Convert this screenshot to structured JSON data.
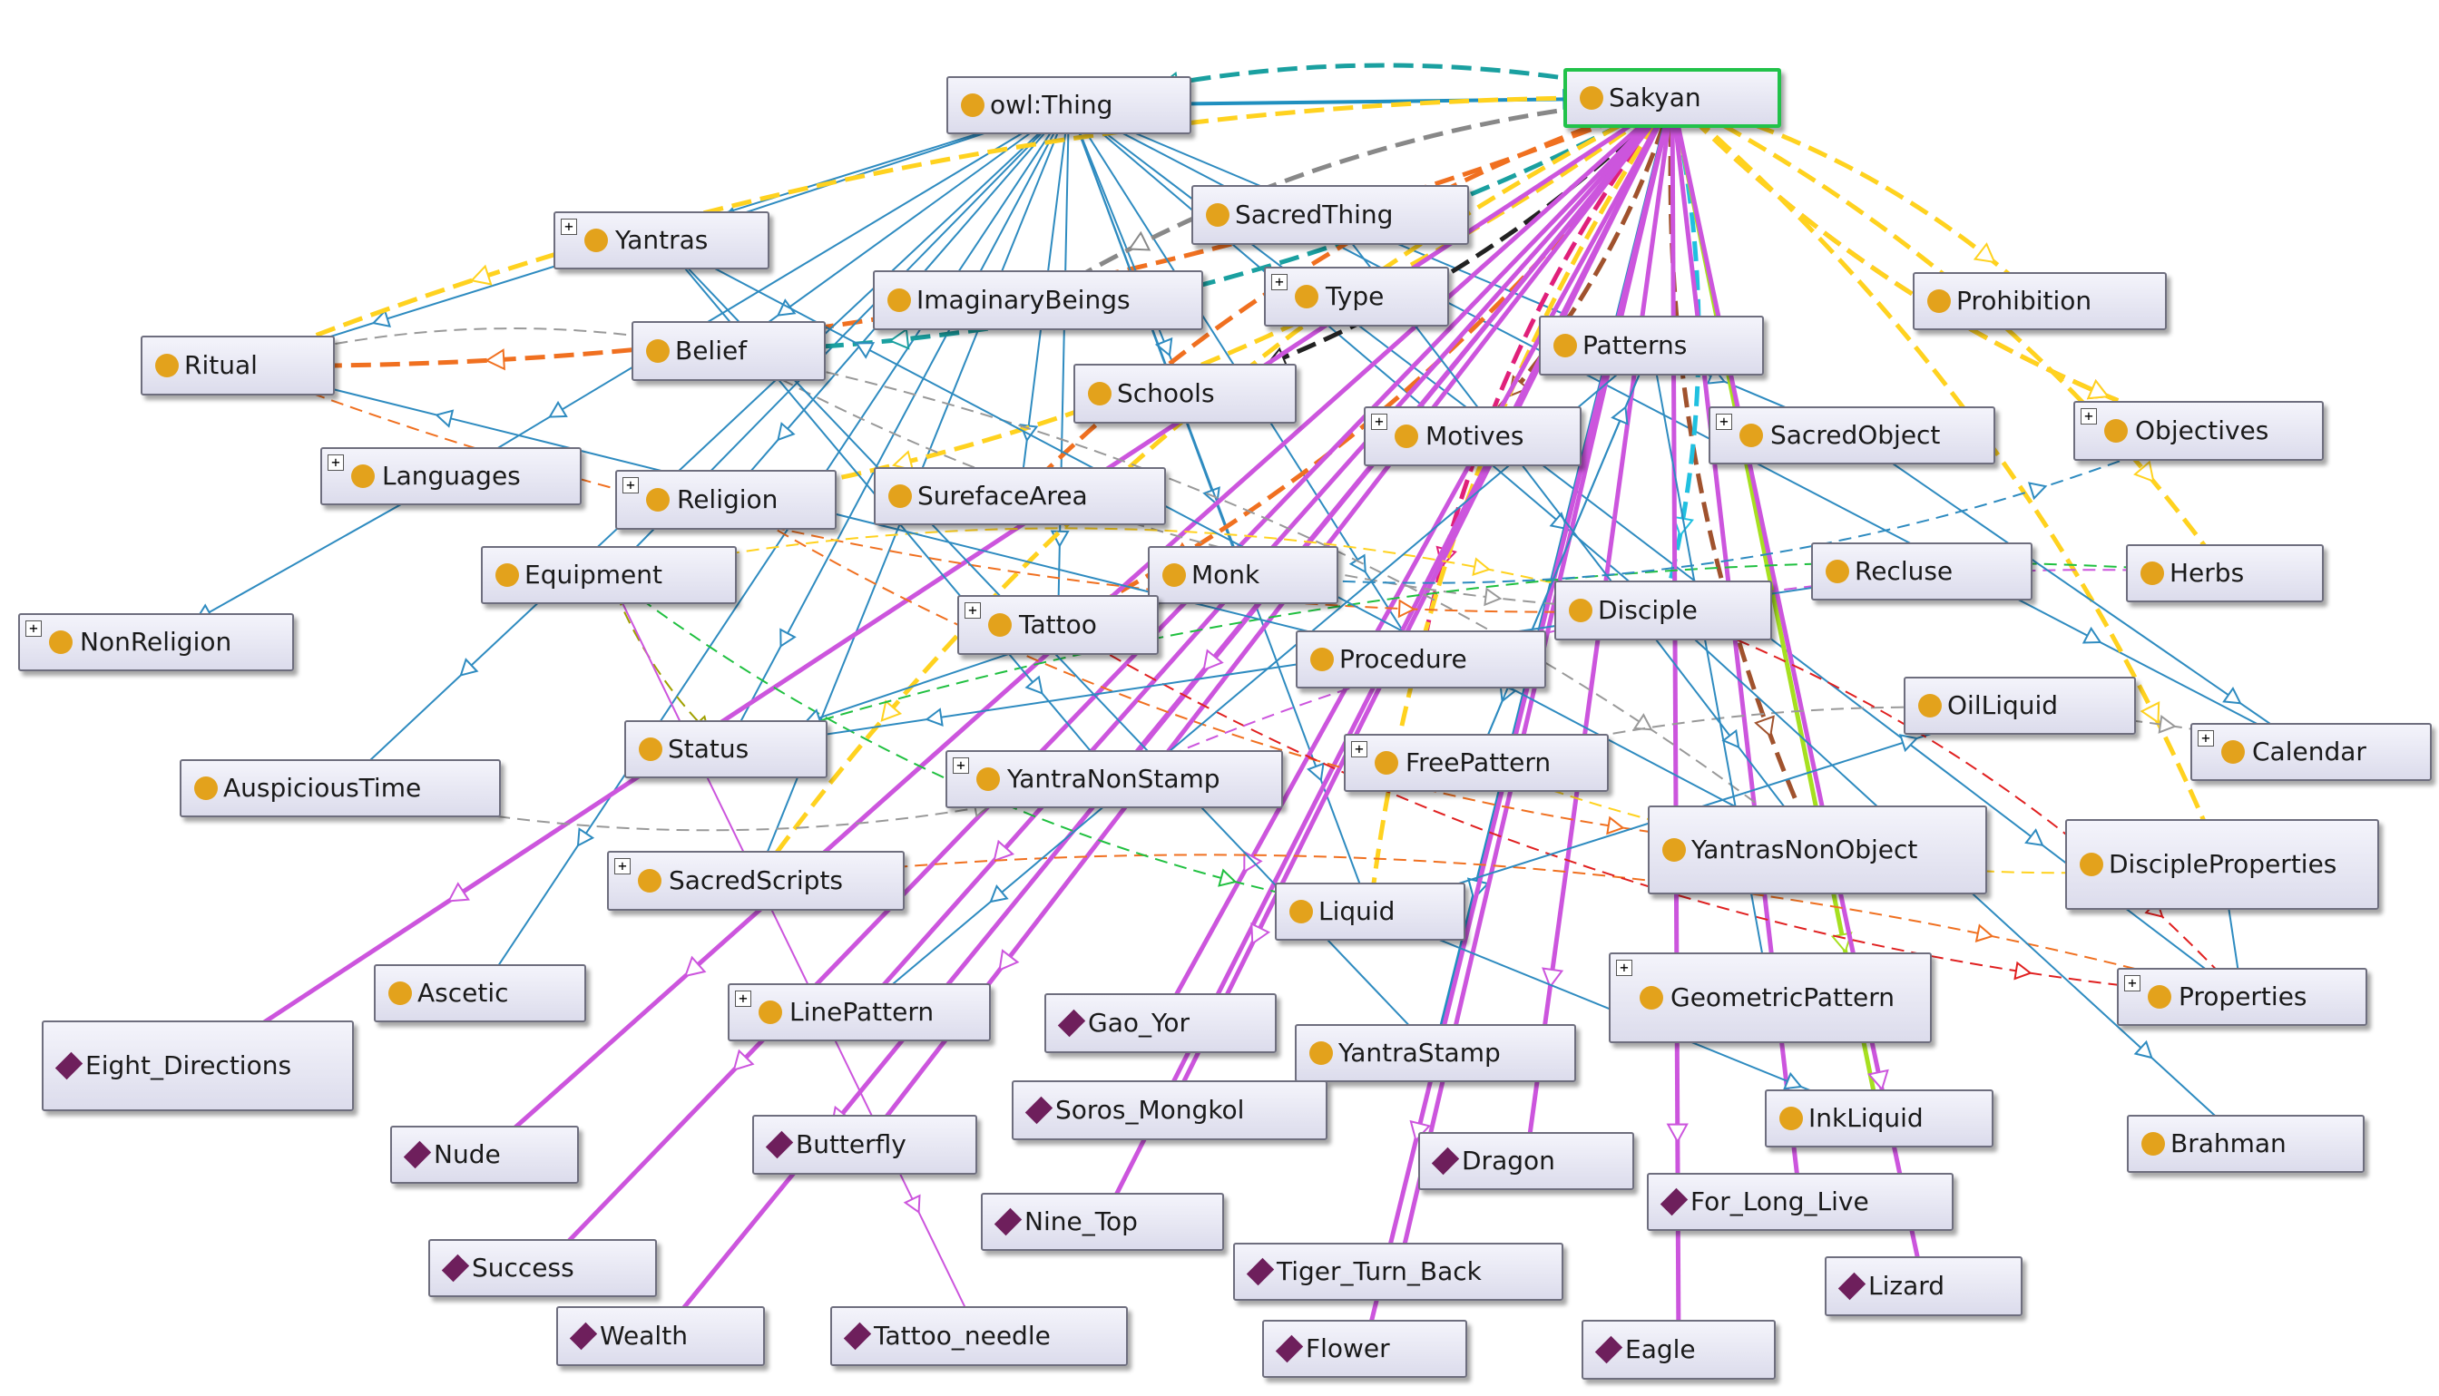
{
  "nodes": [
    {
      "id": "owl_thing",
      "label": "owl:Thing",
      "kind": "class",
      "expand": false
    },
    {
      "id": "sakyan",
      "label": "Sakyan",
      "kind": "class",
      "expand": false,
      "selected": true
    },
    {
      "id": "yantras",
      "label": "Yantras",
      "kind": "class",
      "expand": true
    },
    {
      "id": "sacredthing",
      "label": "SacredThing",
      "kind": "class",
      "expand": false
    },
    {
      "id": "imaginary",
      "label": "ImaginaryBeings",
      "kind": "class",
      "expand": false
    },
    {
      "id": "type",
      "label": "Type",
      "kind": "class",
      "expand": true
    },
    {
      "id": "prohibition",
      "label": "Prohibition",
      "kind": "class",
      "expand": false
    },
    {
      "id": "ritual",
      "label": "Ritual",
      "kind": "class",
      "expand": false
    },
    {
      "id": "belief",
      "label": "Belief",
      "kind": "class",
      "expand": false
    },
    {
      "id": "patterns",
      "label": "Patterns",
      "kind": "class",
      "expand": false
    },
    {
      "id": "schools",
      "label": "Schools",
      "kind": "class",
      "expand": false
    },
    {
      "id": "motives",
      "label": "Motives",
      "kind": "class",
      "expand": true
    },
    {
      "id": "sacredobject",
      "label": "SacredObject",
      "kind": "class",
      "expand": true
    },
    {
      "id": "objectives",
      "label": "Objectives",
      "kind": "class",
      "expand": true
    },
    {
      "id": "languages",
      "label": "Languages",
      "kind": "class",
      "expand": true
    },
    {
      "id": "religion",
      "label": "Religion",
      "kind": "class",
      "expand": true
    },
    {
      "id": "sureface",
      "label": "SurefaceArea",
      "kind": "class",
      "expand": false
    },
    {
      "id": "equipment",
      "label": "Equipment",
      "kind": "class",
      "expand": false
    },
    {
      "id": "monk",
      "label": "Monk",
      "kind": "class",
      "expand": false
    },
    {
      "id": "recluse",
      "label": "Recluse",
      "kind": "class",
      "expand": false
    },
    {
      "id": "herbs",
      "label": "Herbs",
      "kind": "class",
      "expand": false
    },
    {
      "id": "nonreligion",
      "label": "NonReligion",
      "kind": "class",
      "expand": true
    },
    {
      "id": "tattoo",
      "label": "Tattoo",
      "kind": "class",
      "expand": true
    },
    {
      "id": "disciple",
      "label": "Disciple",
      "kind": "class",
      "expand": false
    },
    {
      "id": "procedure",
      "label": "Procedure",
      "kind": "class",
      "expand": false
    },
    {
      "id": "oilliquid",
      "label": "OilLiquid",
      "kind": "class",
      "expand": false
    },
    {
      "id": "status",
      "label": "Status",
      "kind": "class",
      "expand": false
    },
    {
      "id": "calendar",
      "label": "Calendar",
      "kind": "class",
      "expand": true
    },
    {
      "id": "auspicious",
      "label": "AuspiciousTime",
      "kind": "class",
      "expand": false
    },
    {
      "id": "yantranonstamp",
      "label": "YantraNonStamp",
      "kind": "class",
      "expand": true
    },
    {
      "id": "freepattern",
      "label": "FreePattern",
      "kind": "class",
      "expand": true
    },
    {
      "id": "yantrasnonobject",
      "label": "YantrasNonObject",
      "kind": "class",
      "expand": false
    },
    {
      "id": "discipleprops",
      "label": "DiscipleProperties",
      "kind": "class",
      "expand": false
    },
    {
      "id": "sacredscripts",
      "label": "SacredScripts",
      "kind": "class",
      "expand": true
    },
    {
      "id": "liquid",
      "label": "Liquid",
      "kind": "class",
      "expand": false
    },
    {
      "id": "ascetic",
      "label": "Ascetic",
      "kind": "class",
      "expand": false
    },
    {
      "id": "linepattern",
      "label": "LinePattern",
      "kind": "class",
      "expand": true
    },
    {
      "id": "geometric",
      "label": "GeometricPattern",
      "kind": "class",
      "expand": true
    },
    {
      "id": "properties",
      "label": "Properties",
      "kind": "class",
      "expand": true
    },
    {
      "id": "eight",
      "label": "Eight_Directions",
      "kind": "indiv",
      "expand": false
    },
    {
      "id": "gaoyor",
      "label": "Gao_Yor",
      "kind": "indiv",
      "expand": false
    },
    {
      "id": "yantrastamp",
      "label": "YantraStamp",
      "kind": "class",
      "expand": false
    },
    {
      "id": "soros",
      "label": "Soros_Mongkol",
      "kind": "indiv",
      "expand": false
    },
    {
      "id": "inkliquid",
      "label": "InkLiquid",
      "kind": "class",
      "expand": false
    },
    {
      "id": "brahman",
      "label": "Brahman",
      "kind": "class",
      "expand": false
    },
    {
      "id": "nude",
      "label": "Nude",
      "kind": "indiv",
      "expand": false
    },
    {
      "id": "butterfly",
      "label": "Butterfly",
      "kind": "indiv",
      "expand": false
    },
    {
      "id": "dragon",
      "label": "Dragon",
      "kind": "indiv",
      "expand": false
    },
    {
      "id": "forlonglive",
      "label": "For_Long_Live",
      "kind": "indiv",
      "expand": false
    },
    {
      "id": "ninetop",
      "label": "Nine_Top",
      "kind": "indiv",
      "expand": false
    },
    {
      "id": "success",
      "label": "Success",
      "kind": "indiv",
      "expand": false
    },
    {
      "id": "tiger",
      "label": "Tiger_Turn_Back",
      "kind": "indiv",
      "expand": false
    },
    {
      "id": "lizard",
      "label": "Lizard",
      "kind": "indiv",
      "expand": false
    },
    {
      "id": "wealth",
      "label": "Wealth",
      "kind": "indiv",
      "expand": false
    },
    {
      "id": "needle",
      "label": "Tattoo_needle",
      "kind": "indiv",
      "expand": false
    },
    {
      "id": "flower",
      "label": "Flower",
      "kind": "indiv",
      "expand": false
    },
    {
      "id": "eagle",
      "label": "Eagle",
      "kind": "indiv",
      "expand": false
    }
  ],
  "edges": [
    {
      "from": "owl_thing",
      "to": "sakyan",
      "color": "#1f8fbf",
      "style": "solid",
      "w": 4
    },
    {
      "from": "sakyan",
      "to": "owl_thing",
      "color": "#1aa0a0",
      "style": "dash",
      "w": 5
    },
    {
      "from": "sakyan",
      "to": "ritual",
      "color": "#f07020",
      "style": "dash",
      "w": 5
    },
    {
      "from": "owl_thing",
      "to": "yantras",
      "color": "#2e8bc0",
      "style": "solid",
      "w": 2
    },
    {
      "from": "owl_thing",
      "to": "ritual",
      "color": "#2e8bc0",
      "style": "solid",
      "w": 2
    },
    {
      "from": "owl_thing",
      "to": "belief",
      "color": "#2e8bc0",
      "style": "solid",
      "w": 2
    },
    {
      "from": "owl_thing",
      "to": "languages",
      "color": "#2e8bc0",
      "style": "solid",
      "w": 2
    },
    {
      "from": "owl_thing",
      "to": "religion",
      "color": "#2e8bc0",
      "style": "solid",
      "w": 2
    },
    {
      "from": "owl_thing",
      "to": "equipment",
      "color": "#2e8bc0",
      "style": "solid",
      "w": 2
    },
    {
      "from": "owl_thing",
      "to": "sureface",
      "color": "#2e8bc0",
      "style": "solid",
      "w": 2
    },
    {
      "from": "owl_thing",
      "to": "status",
      "color": "#2e8bc0",
      "style": "solid",
      "w": 2
    },
    {
      "from": "owl_thing",
      "to": "tattoo",
      "color": "#2e8bc0",
      "style": "solid",
      "w": 2
    },
    {
      "from": "owl_thing",
      "to": "schools",
      "color": "#2e8bc0",
      "style": "solid",
      "w": 2
    },
    {
      "from": "owl_thing",
      "to": "monk",
      "color": "#2e8bc0",
      "style": "solid",
      "w": 2
    },
    {
      "from": "owl_thing",
      "to": "liquid",
      "color": "#2e8bc0",
      "style": "solid",
      "w": 2
    },
    {
      "from": "owl_thing",
      "to": "procedure",
      "color": "#2e8bc0",
      "style": "solid",
      "w": 2
    },
    {
      "from": "owl_thing",
      "to": "disciple",
      "color": "#2e8bc0",
      "style": "solid",
      "w": 2
    },
    {
      "from": "owl_thing",
      "to": "sacredobject",
      "color": "#2e8bc0",
      "style": "solid",
      "w": 2
    },
    {
      "from": "owl_thing",
      "to": "properties",
      "color": "#2e8bc0",
      "style": "solid",
      "w": 2
    },
    {
      "from": "owl_thing",
      "to": "calendar",
      "color": "#2e8bc0",
      "style": "solid",
      "w": 2
    },
    {
      "from": "owl_thing",
      "to": "auspicious",
      "color": "#2e8bc0",
      "style": "solid",
      "w": 2
    },
    {
      "from": "owl_thing",
      "to": "sacredscripts",
      "color": "#2e8bc0",
      "style": "solid",
      "w": 2
    },
    {
      "from": "owl_thing",
      "to": "ascetic",
      "color": "#2e8bc0",
      "style": "solid",
      "w": 2
    },
    {
      "from": "languages",
      "to": "nonreligion",
      "color": "#2e8bc0",
      "style": "solid",
      "w": 2
    },
    {
      "from": "sakyan",
      "to": "belief",
      "color": "#1aa0a0",
      "style": "dash",
      "w": 5
    },
    {
      "from": "sakyan",
      "to": "ritual",
      "color": "#ffd21f",
      "style": "dash",
      "w": 5
    },
    {
      "from": "sakyan",
      "to": "religion",
      "color": "#ffd21f",
      "style": "dash",
      "w": 5
    },
    {
      "from": "sakyan",
      "to": "imaginary",
      "color": "#888888",
      "style": "dash",
      "w": 5
    },
    {
      "from": "sakyan",
      "to": "schools",
      "color": "#222222",
      "style": "dash",
      "w": 5
    },
    {
      "from": "sakyan",
      "to": "sureface",
      "color": "#f07020",
      "style": "dash",
      "w": 5
    },
    {
      "from": "sakyan",
      "to": "tattoo",
      "color": "#f07020",
      "style": "dash",
      "w": 5
    },
    {
      "from": "sakyan",
      "to": "sacredscripts",
      "color": "#ffd21f",
      "style": "dash",
      "w": 5
    },
    {
      "from": "sakyan",
      "to": "prohibition",
      "color": "#ffd21f",
      "style": "dash",
      "w": 5
    },
    {
      "from": "sakyan",
      "to": "objectives",
      "color": "#f07020",
      "style": "dash",
      "w": 5
    },
    {
      "from": "sakyan",
      "to": "herbs",
      "color": "#ffd21f",
      "style": "dash",
      "w": 5
    },
    {
      "from": "sakyan",
      "to": "objectives",
      "color": "#ffd21f",
      "style": "dash",
      "w": 5
    },
    {
      "from": "sakyan",
      "to": "discipleprops",
      "color": "#ffd21f",
      "style": "dash",
      "w": 5
    },
    {
      "from": "sakyan",
      "to": "yantrasnonobject",
      "color": "#a0522d",
      "style": "dash",
      "w": 5
    },
    {
      "from": "sakyan",
      "to": "disciple",
      "color": "#20c0e0",
      "style": "dash",
      "w": 5
    },
    {
      "from": "sakyan",
      "to": "procedure",
      "color": "#e0207a",
      "style": "dash",
      "w": 5
    },
    {
      "from": "sakyan",
      "to": "motives",
      "color": "#a0522d",
      "style": "dash",
      "w": 5
    },
    {
      "from": "sakyan",
      "to": "liquid",
      "color": "#ffd21f",
      "style": "dash",
      "w": 5
    },
    {
      "from": "sakyan",
      "to": "yantrastamp",
      "color": "#1f8fbf",
      "style": "solid",
      "w": 6
    },
    {
      "from": "sakyan",
      "to": "inkliquid",
      "color": "#a6e020",
      "style": "solid",
      "w": 5
    },
    {
      "from": "sakyan",
      "to": "eight",
      "color": "#cc55dd",
      "style": "solid",
      "w": 5
    },
    {
      "from": "sakyan",
      "to": "nude",
      "color": "#cc55dd",
      "style": "solid",
      "w": 5
    },
    {
      "from": "sakyan",
      "to": "success",
      "color": "#cc55dd",
      "style": "solid",
      "w": 5
    },
    {
      "from": "sakyan",
      "to": "wealth",
      "color": "#cc55dd",
      "style": "solid",
      "w": 5
    },
    {
      "from": "sakyan",
      "to": "butterfly",
      "color": "#cc55dd",
      "style": "solid",
      "w": 5
    },
    {
      "from": "sakyan",
      "to": "ninetop",
      "color": "#cc55dd",
      "style": "solid",
      "w": 5
    },
    {
      "from": "sakyan",
      "to": "soros",
      "color": "#cc55dd",
      "style": "solid",
      "w": 5
    },
    {
      "from": "sakyan",
      "to": "gaoyor",
      "color": "#cc55dd",
      "style": "solid",
      "w": 5
    },
    {
      "from": "sakyan",
      "to": "tiger",
      "color": "#cc55dd",
      "style": "solid",
      "w": 5
    },
    {
      "from": "sakyan",
      "to": "flower",
      "color": "#cc55dd",
      "style": "solid",
      "w": 5
    },
    {
      "from": "sakyan",
      "to": "dragon",
      "color": "#cc55dd",
      "style": "solid",
      "w": 5
    },
    {
      "from": "sakyan",
      "to": "eagle",
      "color": "#cc55dd",
      "style": "solid",
      "w": 5
    },
    {
      "from": "sakyan",
      "to": "forlonglive",
      "color": "#cc55dd",
      "style": "solid",
      "w": 5
    },
    {
      "from": "sakyan",
      "to": "lizard",
      "color": "#cc55dd",
      "style": "solid",
      "w": 5
    },
    {
      "from": "sakyan",
      "to": "linepattern",
      "color": "#cc55dd",
      "style": "solid",
      "w": 5
    },
    {
      "from": "sakyan",
      "to": "yantranonstamp",
      "color": "#cc55dd",
      "style": "solid",
      "w": 5
    },
    {
      "from": "ritual",
      "to": "belief",
      "color": "#999999",
      "style": "dash",
      "w": 2
    },
    {
      "from": "belief",
      "to": "disciple",
      "color": "#999999",
      "style": "dash",
      "w": 2
    },
    {
      "from": "belief",
      "to": "yantrasnonobject",
      "color": "#999999",
      "style": "dash",
      "w": 2
    },
    {
      "from": "ritual",
      "to": "disciple",
      "color": "#f07020",
      "style": "dash",
      "w": 2
    },
    {
      "from": "equipment",
      "to": "disciple",
      "color": "#ffd21f",
      "style": "dash",
      "w": 2
    },
    {
      "from": "equipment",
      "to": "status",
      "color": "#a0a000",
      "style": "dash",
      "w": 2
    },
    {
      "from": "equipment",
      "to": "needle",
      "color": "#cc55dd",
      "style": "solid",
      "w": 2
    },
    {
      "from": "auspicious",
      "to": "yantranonstamp",
      "color": "#999999",
      "style": "dash",
      "w": 2
    },
    {
      "from": "freepattern",
      "to": "calendar",
      "color": "#999999",
      "style": "dash",
      "w": 2
    },
    {
      "from": "religion",
      "to": "yantrasnonobject",
      "color": "#f07020",
      "style": "dash",
      "w": 2
    },
    {
      "from": "sacredscripts",
      "to": "properties",
      "color": "#f07020",
      "style": "dash",
      "w": 2
    },
    {
      "from": "tattoo",
      "to": "properties",
      "color": "#e02020",
      "style": "dash",
      "w": 2
    },
    {
      "from": "yantranonstamp",
      "to": "herbs",
      "color": "#cc55dd",
      "style": "dash",
      "w": 2
    },
    {
      "from": "equipment",
      "to": "liquid",
      "color": "#20c040",
      "style": "dash",
      "w": 2
    },
    {
      "from": "status",
      "to": "herbs",
      "color": "#20c040",
      "style": "dash",
      "w": 2
    },
    {
      "from": "monk",
      "to": "objectives",
      "color": "#2e8bc0",
      "style": "dash",
      "w": 2
    },
    {
      "from": "patterns",
      "to": "geometric",
      "color": "#2e8bc0",
      "style": "solid",
      "w": 2
    },
    {
      "from": "patterns",
      "to": "linepattern",
      "color": "#2e8bc0",
      "style": "solid",
      "w": 2
    },
    {
      "from": "patterns",
      "to": "freepattern",
      "color": "#2e8bc0",
      "style": "solid",
      "w": 2
    },
    {
      "from": "sacredthing",
      "to": "yantrasnonobject",
      "color": "#2e8bc0",
      "style": "solid",
      "w": 2
    },
    {
      "from": "sacredobject",
      "to": "calendar",
      "color": "#2e8bc0",
      "style": "solid",
      "w": 2
    },
    {
      "from": "discipleprops",
      "to": "properties",
      "color": "#2e8bc0",
      "style": "solid",
      "w": 2
    },
    {
      "from": "disciple",
      "to": "brahman",
      "color": "#2e8bc0",
      "style": "solid",
      "w": 2
    },
    {
      "from": "liquid",
      "to": "oilliquid",
      "color": "#2e8bc0",
      "style": "solid",
      "w": 2
    },
    {
      "from": "liquid",
      "to": "inkliquid",
      "color": "#2e8bc0",
      "style": "solid",
      "w": 2
    },
    {
      "from": "yantras",
      "to": "yantranonstamp",
      "color": "#2e8bc0",
      "style": "solid",
      "w": 2
    },
    {
      "from": "yantras",
      "to": "yantrastamp",
      "color": "#2e8bc0",
      "style": "solid",
      "w": 2
    },
    {
      "from": "yantrasnonobject",
      "to": "yantras",
      "color": "#2e8bc0",
      "style": "solid",
      "w": 2
    },
    {
      "from": "freepattern",
      "to": "patterns",
      "color": "#2e8bc0",
      "style": "solid",
      "w": 2
    },
    {
      "from": "recluse",
      "to": "status",
      "color": "#2e8bc0",
      "style": "solid",
      "w": 2
    },
    {
      "from": "monk",
      "to": "status",
      "color": "#2e8bc0",
      "style": "solid",
      "w": 2
    },
    {
      "from": "procedure",
      "to": "ritual",
      "color": "#2e8bc0",
      "style": "solid",
      "w": 2
    },
    {
      "from": "disciple",
      "to": "properties",
      "color": "#e02020",
      "style": "dash",
      "w": 2
    },
    {
      "from": "freepattern",
      "to": "discipleprops",
      "color": "#ffd21f",
      "style": "dash",
      "w": 2
    }
  ]
}
